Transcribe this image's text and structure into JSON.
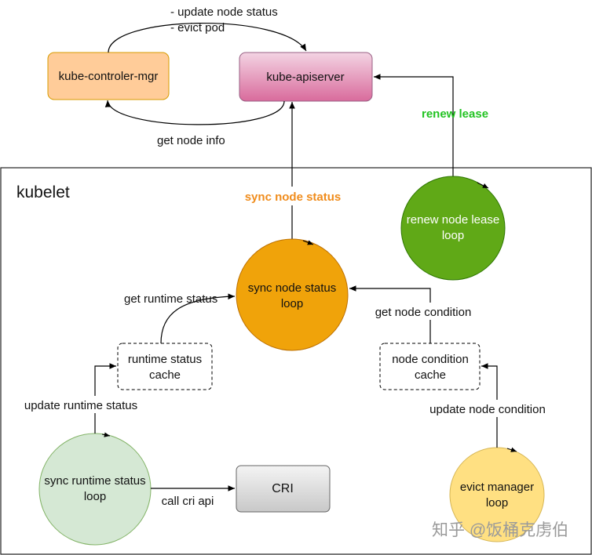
{
  "external": {
    "controller_label": "kube-controler-mgr",
    "apiserver_label": "kube-apiserver",
    "update_node_status_label": "- update node status",
    "evict_pod_label": "- evict pod",
    "get_node_info_label": "get node info",
    "renew_lease_label": "renew lease"
  },
  "kubelet": {
    "title": "kubelet",
    "sync_node_status_label": "sync node status",
    "renew_loop_line1": "renew node lease",
    "renew_loop_line2": "loop",
    "sync_loop_line1": "sync node status",
    "sync_loop_line2": "loop",
    "get_runtime_status_label": "get runtime status",
    "get_node_condition_label": "get node condition",
    "runtime_cache_line1": "runtime status",
    "runtime_cache_line2": "cache",
    "node_condition_cache_line1": "node condition",
    "node_condition_cache_line2": "cache",
    "update_runtime_status_label": "update runtime status",
    "update_node_condition_label": "update node condition",
    "sync_runtime_line1": "sync runtime status",
    "sync_runtime_line2": "loop",
    "cri_label": "CRI",
    "call_cri_api_label": "call cri api",
    "evict_loop_line1": "evict manager",
    "evict_loop_line2": "loop"
  },
  "watermark": "知乎 @饭桶克虏伯",
  "colors": {
    "controller_fill": "#ffcc99",
    "apiserver_fill": "#e07ba6",
    "green_loop": "#60a917",
    "orange_loop": "#f0a30a",
    "light_green_loop": "#d5e8d4",
    "yellow_loop": "#ffe082",
    "cri_fill": "#e0e0e0"
  }
}
